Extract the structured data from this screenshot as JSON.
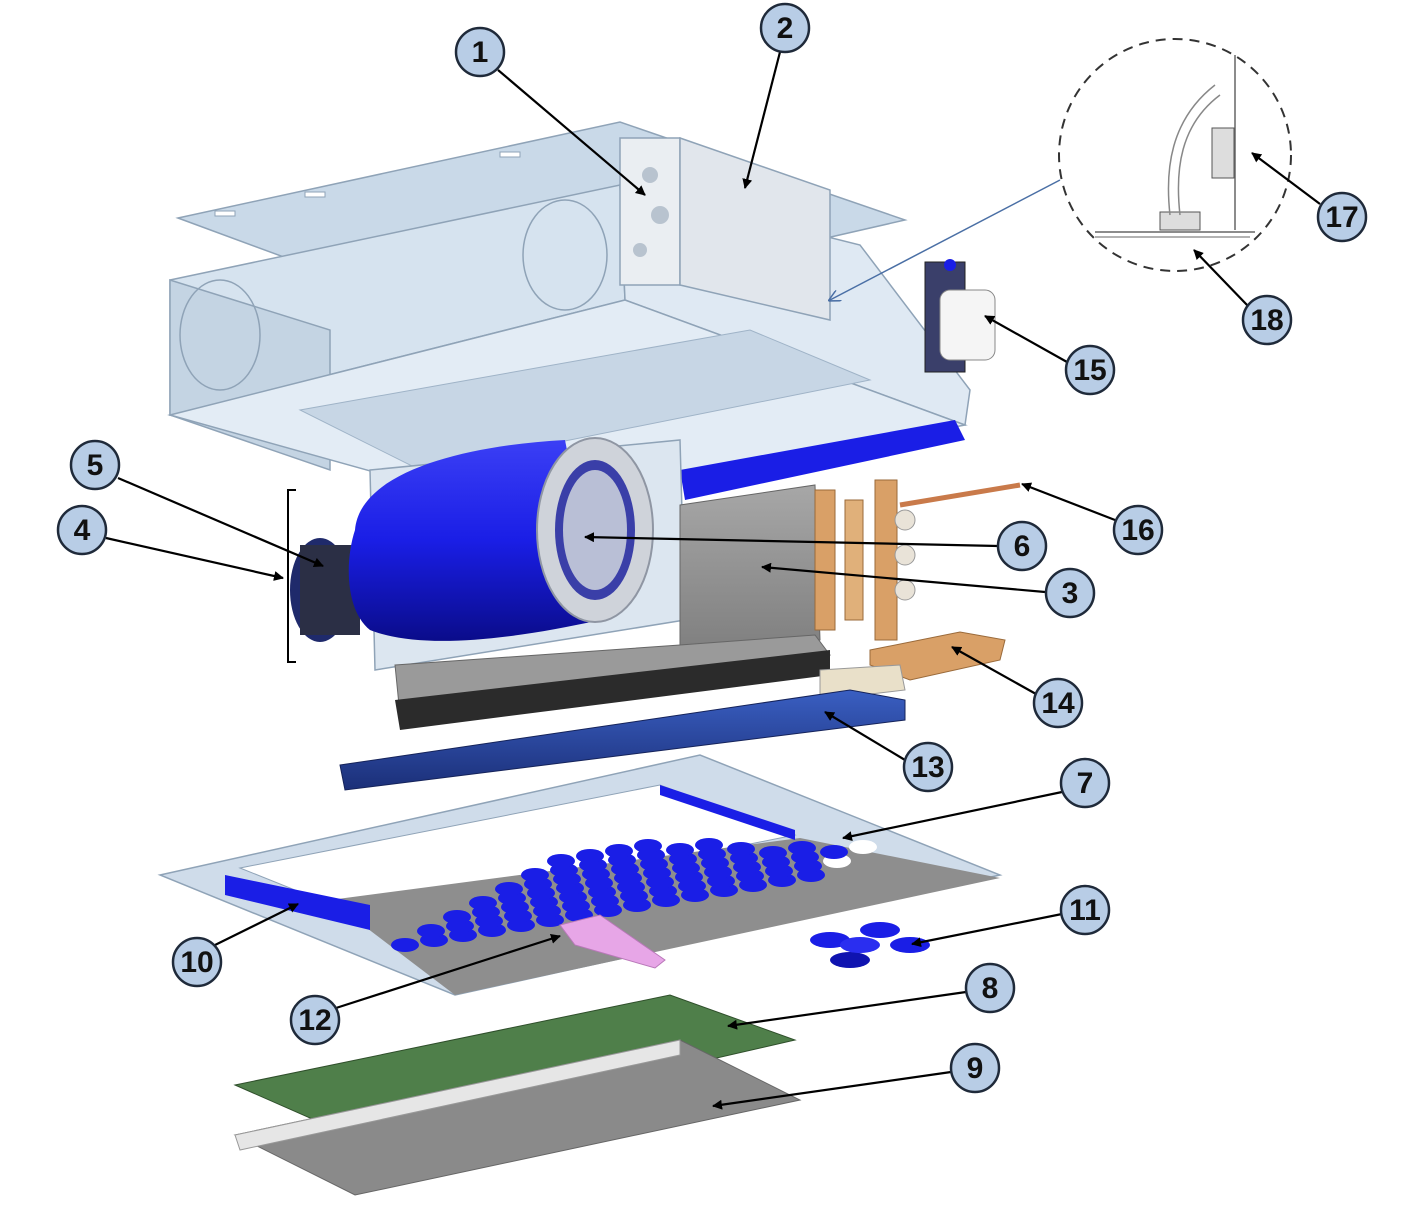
{
  "colors": {
    "housing": "#d3e1ee",
    "blower": "#1a1ee6",
    "panel_gray": "#8e8e8e",
    "filter_green": "#4f7f4a",
    "copper": "#d9a067",
    "callout_fill": "#b8cde6"
  },
  "callouts": [
    "1",
    "2",
    "3",
    "4",
    "5",
    "6",
    "7",
    "8",
    "9",
    "10",
    "11",
    "12",
    "13",
    "14",
    "15",
    "16",
    "17",
    "18"
  ]
}
